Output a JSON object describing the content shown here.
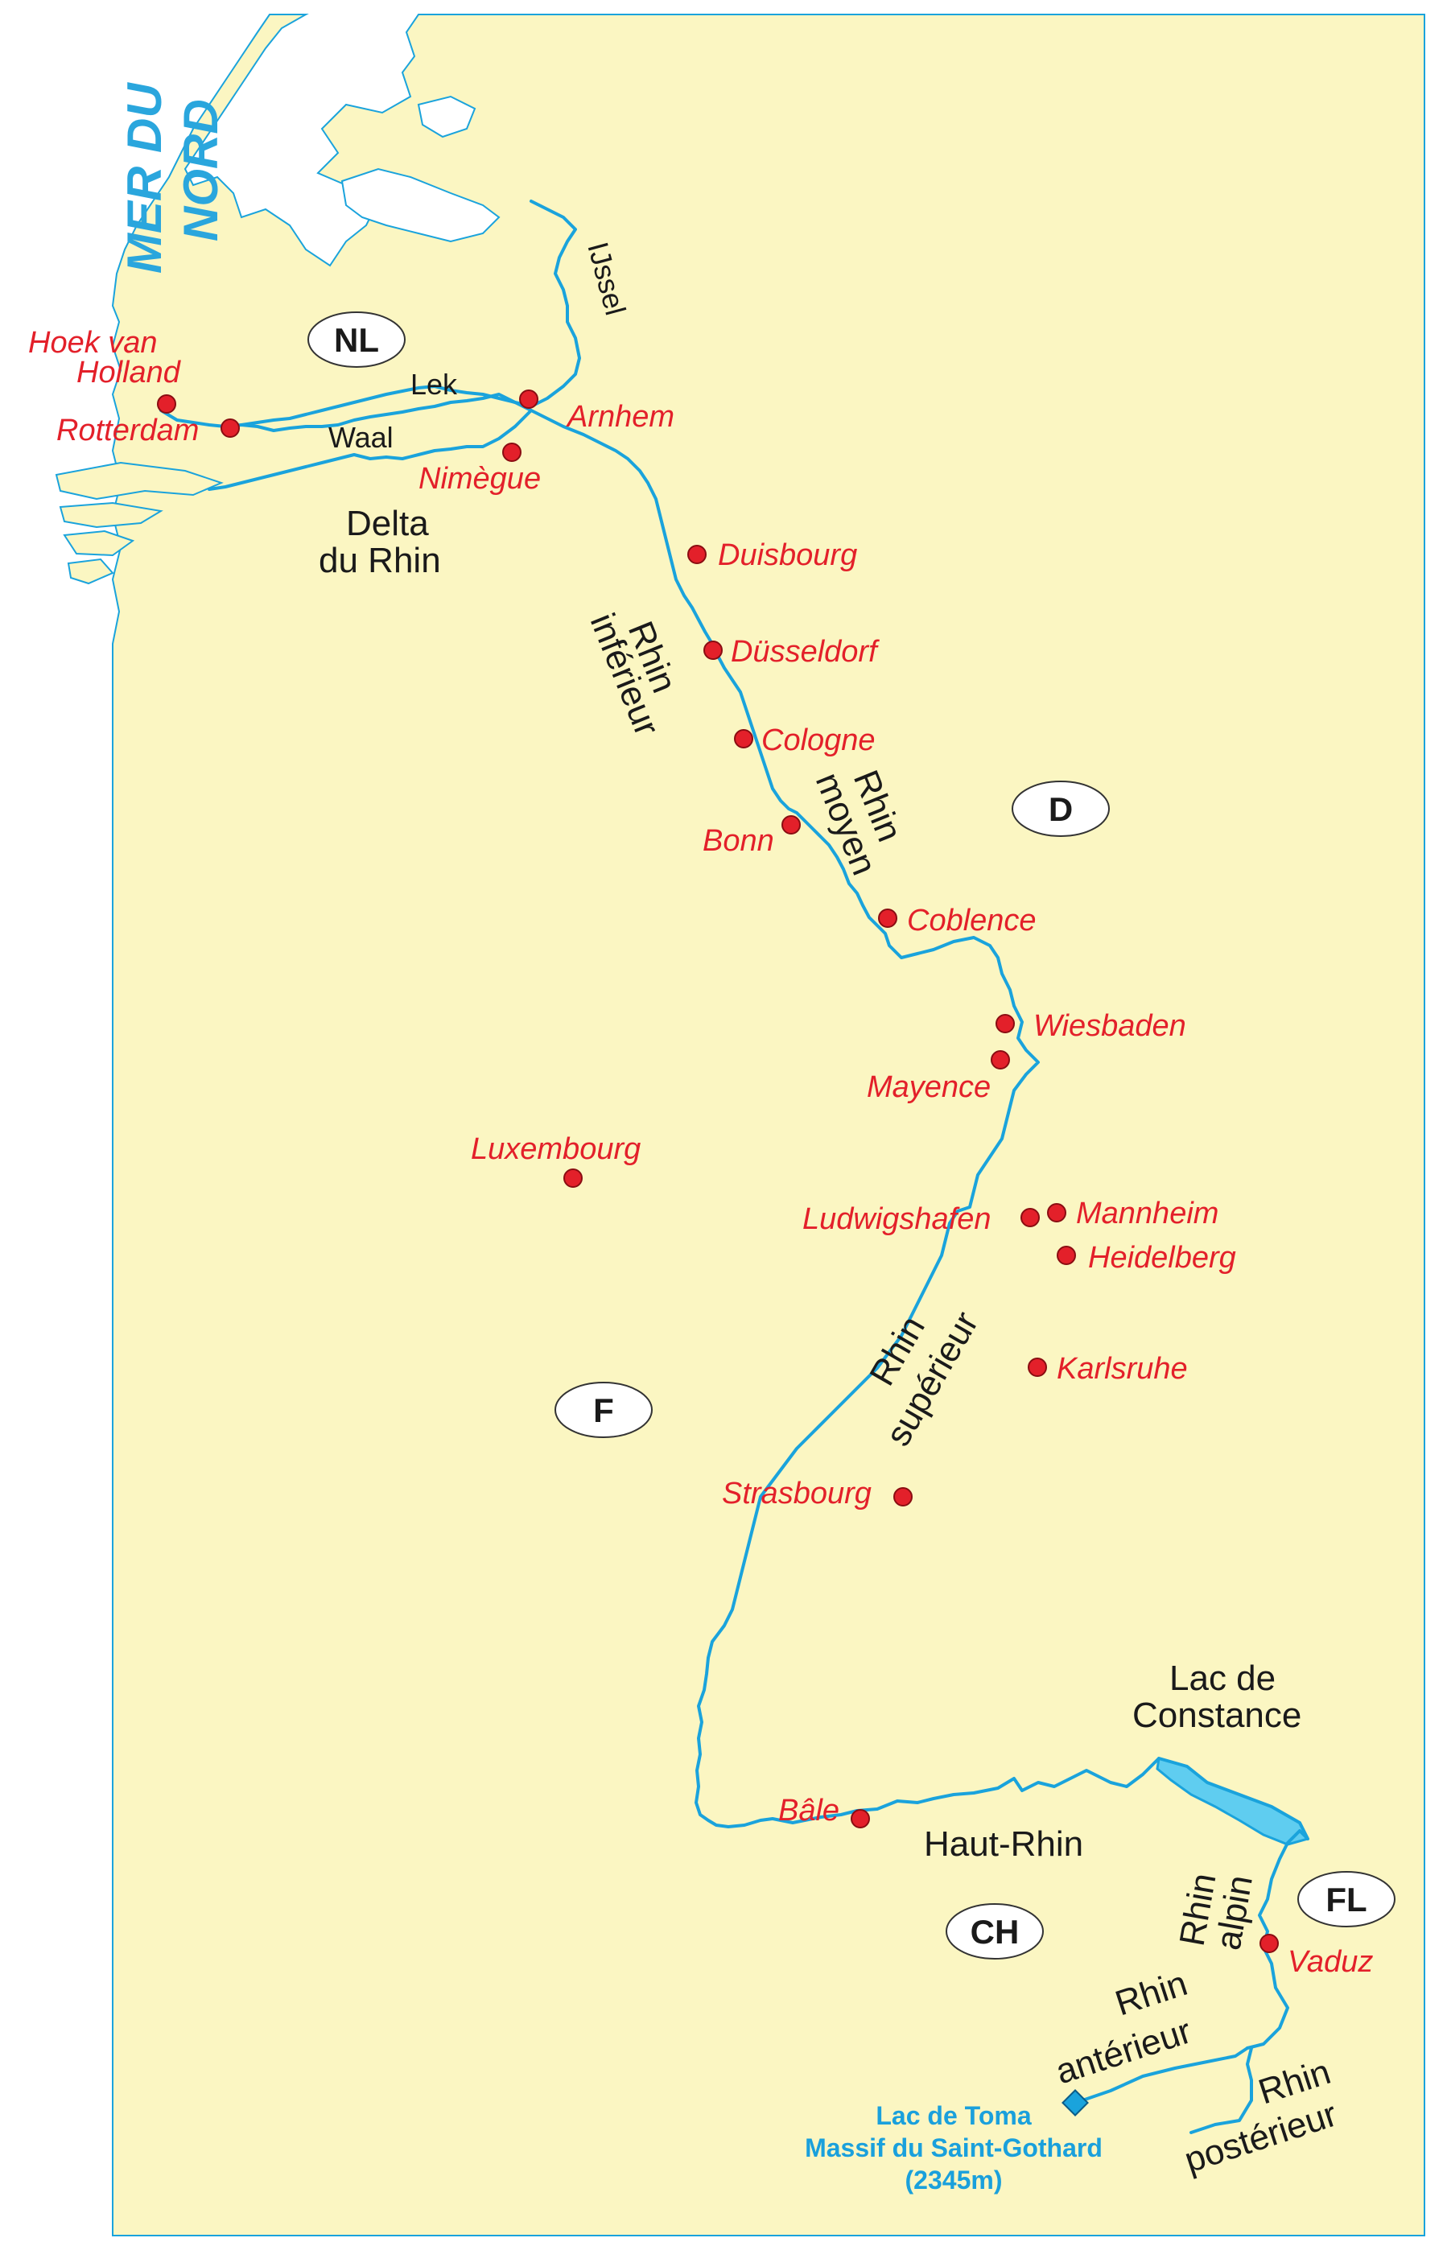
{
  "sea": {
    "label_line1": "MER DU",
    "label_line2": "NORD"
  },
  "countries": [
    {
      "id": "nl",
      "label": "NL"
    },
    {
      "id": "d",
      "label": "D"
    },
    {
      "id": "f",
      "label": "F"
    },
    {
      "id": "ch",
      "label": "CH"
    },
    {
      "id": "fl",
      "label": "FL"
    }
  ],
  "cities": [
    {
      "id": "hoek",
      "label_line1": "Hoek van",
      "label_line2": "Holland"
    },
    {
      "id": "rotterdam",
      "label": "Rotterdam"
    },
    {
      "id": "arnhem",
      "label": "Arnhem"
    },
    {
      "id": "nimegue",
      "label": "Nimègue"
    },
    {
      "id": "duisbourg",
      "label": "Duisbourg"
    },
    {
      "id": "dusseldorf",
      "label": "Düsseldorf"
    },
    {
      "id": "cologne",
      "label": "Cologne"
    },
    {
      "id": "bonn",
      "label": "Bonn"
    },
    {
      "id": "coblence",
      "label": "Coblence"
    },
    {
      "id": "wiesbaden",
      "label": "Wiesbaden"
    },
    {
      "id": "mayence",
      "label": "Mayence"
    },
    {
      "id": "luxembourg",
      "label": "Luxembourg"
    },
    {
      "id": "ludwigshafen",
      "label": "Ludwigshafen"
    },
    {
      "id": "mannheim",
      "label": "Mannheim"
    },
    {
      "id": "heidelberg",
      "label": "Heidelberg"
    },
    {
      "id": "karlsruhe",
      "label": "Karlsruhe"
    },
    {
      "id": "strasbourg",
      "label": "Strasbourg"
    },
    {
      "id": "bale",
      "label": "Bâle"
    },
    {
      "id": "vaduz",
      "label": "Vaduz"
    }
  ],
  "rivers": {
    "ijssel": "IJssel",
    "lek": "Lek",
    "waal": "Waal",
    "rhin_inferieur_1": "Rhin",
    "rhin_inferieur_2": "inférieur",
    "rhin_moyen_1": "Rhin",
    "rhin_moyen_2": "moyen",
    "rhin_superieur_1": "Rhin",
    "rhin_superieur_2": "supérieur",
    "haut_rhin": "Haut-Rhin",
    "rhin_alpin_1": "Rhin",
    "rhin_alpin_2": "alpin",
    "rhin_anterieur_1": "Rhin",
    "rhin_anterieur_2": "antérieur",
    "rhin_posterieur_1": "Rhin",
    "rhin_posterieur_2": "postérieur"
  },
  "regions": {
    "delta_1": "Delta",
    "delta_2": "du Rhin",
    "lac_constance_1": "Lac de",
    "lac_constance_2": "Constance"
  },
  "source": {
    "line1": "Lac de Toma",
    "line2": "Massif du Saint-Gothard",
    "line3": "(2345m)"
  },
  "colors": {
    "land": "#fbf6c2",
    "water": "#1aa3dc",
    "lake": "#5fcdf0",
    "city": "#e3202a",
    "border": "#1aa3dc"
  }
}
